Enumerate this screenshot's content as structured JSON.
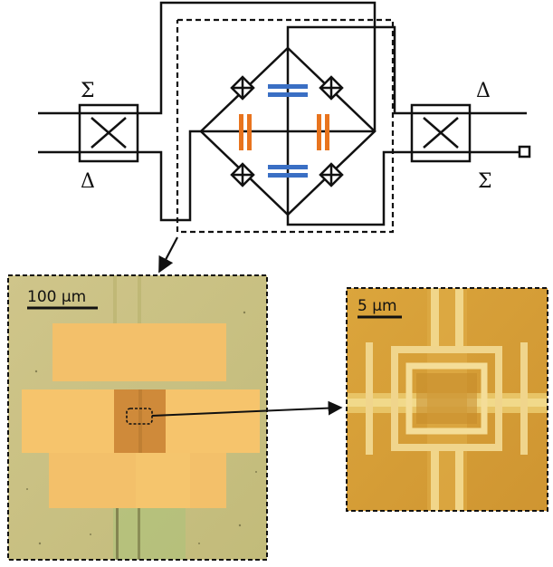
{
  "circuit": {
    "left_hybrid": {
      "top_label": "Σ",
      "bottom_label": "Δ"
    },
    "right_hybrid": {
      "top_label": "Δ",
      "bottom_label": "Σ"
    }
  },
  "micrograph_large": {
    "scale_label": "100 µm"
  },
  "micrograph_zoom": {
    "scale_label": "5 µm"
  },
  "colors": {
    "wire": "#111111",
    "vertical_capacitor": "#e8741e",
    "horizontal_capacitor": "#3a6fc4",
    "chip_background": "#c9c184",
    "metal_pad": "#f5c46c",
    "zoom_background": "#d9a23a"
  }
}
